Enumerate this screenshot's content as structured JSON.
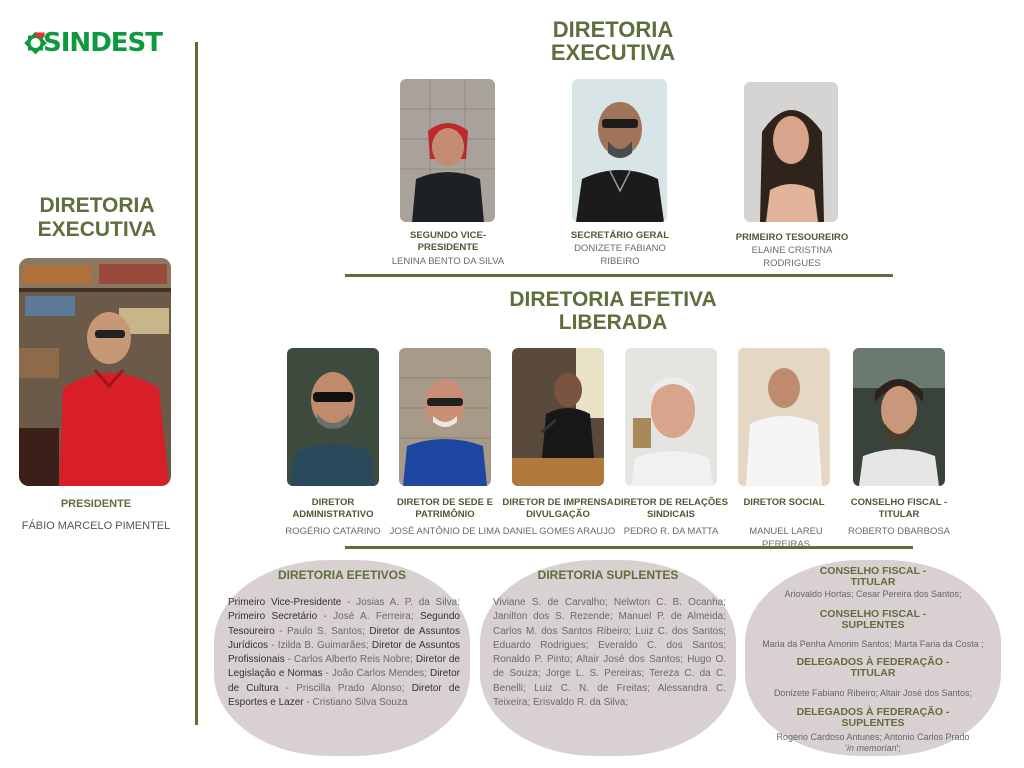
{
  "logo": {
    "text": "SINDEST",
    "colors": {
      "green": "#0d9a3f",
      "red": "#e0312e"
    }
  },
  "left": {
    "title": "DIRETORIA EXECUTIVA",
    "president": {
      "role": "PRESIDENTE",
      "name": "FÁBIO MARCELO PIMENTEL"
    }
  },
  "executiva": {
    "title": "DIRETORIA EXECUTIVA",
    "members": [
      {
        "role": "SEGUNDO VICE-PRESIDENTE",
        "name": "LENINA BENTO DA SILVA"
      },
      {
        "role": "SECRETÁRIO GERAL",
        "name": "DONIZETE FABIANO RIBEIRO"
      },
      {
        "role": "PRIMEIRO TESOUREIRO",
        "name": "ELAINE CRISTINA RODRIGUES"
      }
    ]
  },
  "efetiva": {
    "title": "DIRETORIA EFETIVA LIBERADA",
    "members": [
      {
        "role": "DIRETOR ADMINISTRATIVO",
        "name": "ROGÉRIO CATARINO"
      },
      {
        "role": "DIRETOR DE SEDE E PATRIMÔNIO",
        "name": "JOSÉ ANTÔNIO DE LIMA"
      },
      {
        "role": "DIRETOR DE IMPRENSA DIVULGAÇÃO",
        "name": "DANIEL GOMES ARAUJO"
      },
      {
        "role": "DIRETOR DE RELAÇÕES SINDICAIS",
        "name": "PEDRO R. DA MATTA"
      },
      {
        "role": "DIRETOR SOCIAL",
        "name": "MANUEL LAREU PEREIRAS"
      },
      {
        "role": "CONSELHO FISCAL - TITULAR",
        "name": "ROBERTO DBARBOSA"
      }
    ]
  },
  "efetivos": {
    "title": "DIRETORIA EFETIVOS",
    "entries": [
      {
        "role": "Primeiro Vice-Presidente",
        "name": " - Josias A. P. da Silva; "
      },
      {
        "role": "Primeiro Secretário",
        "name": " - José A. Ferreira; "
      },
      {
        "role": "Segundo Tesoureiro",
        "name": " - Paulo S. Santos; "
      },
      {
        "role": "Diretor de Assuntos Jurídicos",
        "name": " - Izilda B. Guimarães; "
      },
      {
        "role": "Diretor de Assuntos Profissionais",
        "name": " - Carlos Alberto Reis Nobre; "
      },
      {
        "role": "Diretor de Legislação e Normas",
        "name": " - João Carlos Mendes; "
      },
      {
        "role": "Diretor de Cultura",
        "name": " - Priscilla Prado Alonso; "
      },
      {
        "role": "Diretor de Esportes e Lazer",
        "name": " - Cristiano Silva Souza"
      }
    ]
  },
  "suplentes": {
    "title": "DIRETORIA SUPLENTES",
    "text": "Viviane S. de Carvalho; Nelwton C. B. Ocanha; Janilton dos S. Rezende; Manuel P. de Almeida; Carlos M. dos Santos Ribeiro; Luiz C. dos Santos; Eduardo Rodrigues; Everaldo C. dos Santos; Ronaldo P. Pinto; Altair José dos Santos; Hugo O. de Souza; Jorge L. S. Pereiras; Tereza C. da C. Benelli; Luiz C. N. de Freitas; Alessandra C. Teixeira; Erisvaldo R. da Silva;"
  },
  "conselho": {
    "fiscal_titular_title": "CONSELHO FISCAL - TITULAR",
    "fiscal_titular_text": "Ariovaldo Hortas; Cesar Pereira dos Santos;",
    "fiscal_suplentes_title": "CONSELHO FISCAL - SUPLENTES",
    "fiscal_suplentes_text": "Maria da Penha Amorim Santos; Marta Faria da Costa ;",
    "deleg_titular_title": "DELEGADOS À FEDERAÇÃO - TITULAR",
    "deleg_titular_text": "Donizete Fabiano Ribeiro; Altair José dos Santos;",
    "deleg_suplentes_title": "DELEGADOS À FEDERAÇÃO - SUPLENTES",
    "deleg_suplentes_text_a": "Rogerio Cardoso Antunes; Antonio Carlos Prado '",
    "deleg_suplentes_text_em": "in memorian",
    "deleg_suplentes_text_b": "';"
  },
  "colors": {
    "accent": "#5f6e3d",
    "blob": "#d8d0d1"
  }
}
